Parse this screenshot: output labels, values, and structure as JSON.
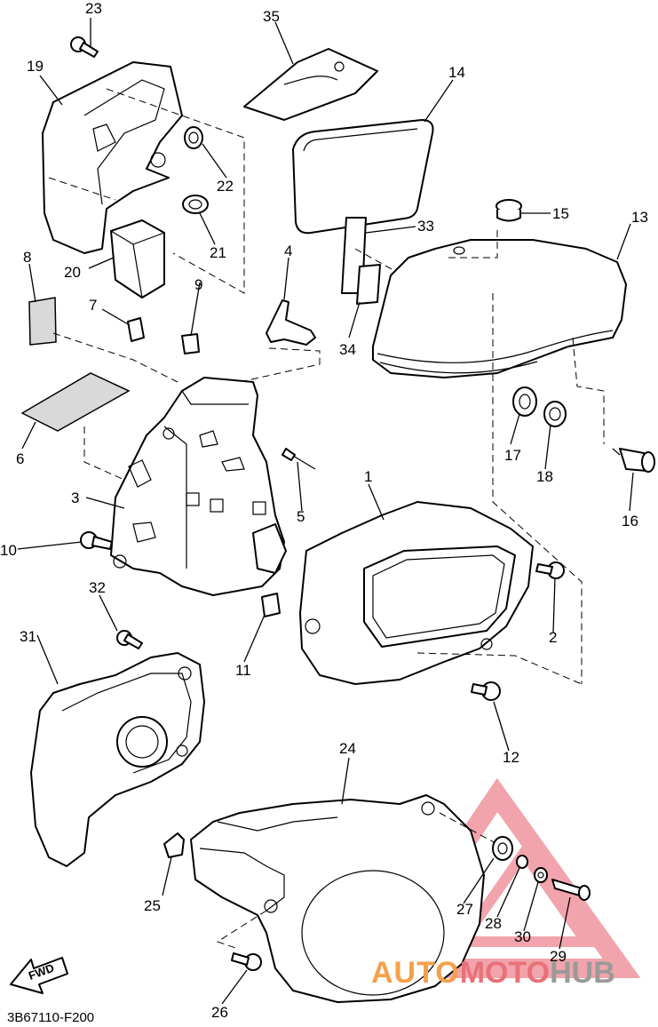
{
  "diagram_code": "3B67110-F200",
  "fwd_label": "FWD",
  "watermark": {
    "part1": "AUTO",
    "part2": "MOTO",
    "part3": "HUB",
    "triangle_color": "#e85a6a"
  },
  "callouts": [
    "1",
    "2",
    "3",
    "4",
    "5",
    "6",
    "7",
    "8",
    "9",
    "10",
    "11",
    "12",
    "13",
    "14",
    "15",
    "16",
    "17",
    "18",
    "19",
    "20",
    "21",
    "22",
    "23",
    "24",
    "25",
    "26",
    "27",
    "28",
    "29",
    "30",
    "31",
    "32",
    "33",
    "34",
    "35"
  ]
}
